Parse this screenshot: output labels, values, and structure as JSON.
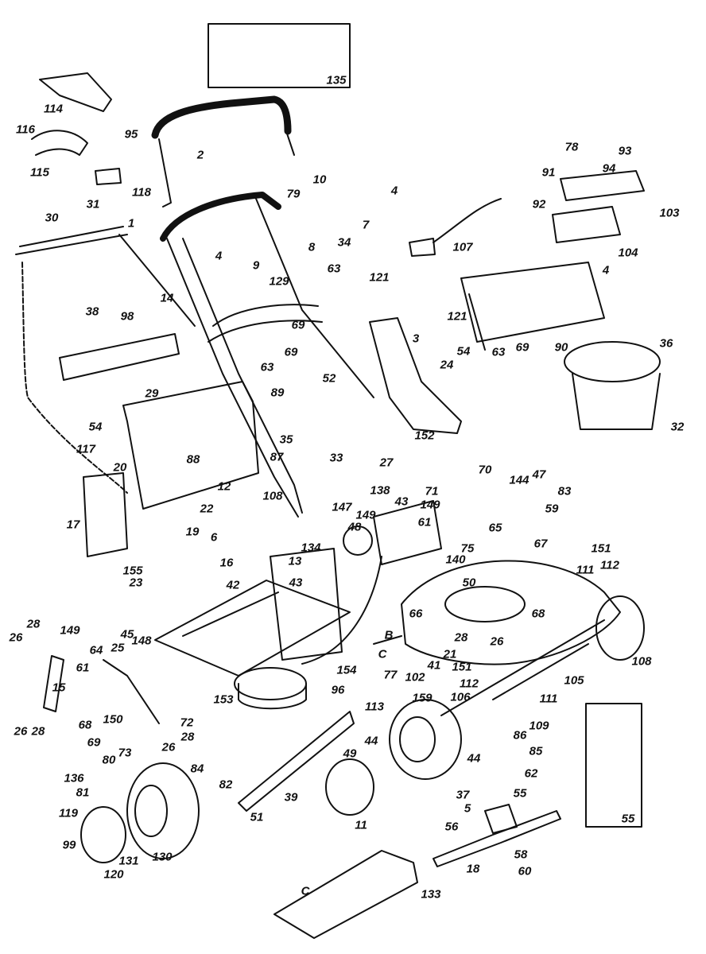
{
  "colors": {
    "ink": "#111111",
    "paper": "#ffffff"
  },
  "labels": [
    "135",
    "2",
    "114",
    "116",
    "95",
    "115",
    "31",
    "118",
    "10",
    "4",
    "79",
    "7",
    "8",
    "34",
    "1",
    "30",
    "4",
    "9",
    "129",
    "63",
    "121",
    "14",
    "69",
    "38",
    "98",
    "63",
    "69",
    "52",
    "3",
    "24",
    "29",
    "89",
    "54",
    "35",
    "117",
    "20",
    "88",
    "22",
    "87",
    "12",
    "6",
    "108",
    "33",
    "27",
    "152",
    "70",
    "17",
    "19",
    "155",
    "23",
    "16",
    "13",
    "134",
    "43",
    "147",
    "48",
    "149",
    "138",
    "61",
    "43",
    "149",
    "71",
    "144",
    "47",
    "83",
    "59",
    "65",
    "75",
    "67",
    "140",
    "50",
    "151",
    "111",
    "112",
    "42",
    "68",
    "28",
    "26",
    "149",
    "45",
    "148",
    "64",
    "25",
    "61",
    "15",
    "68",
    "150",
    "69",
    "73",
    "26",
    "28",
    "72",
    "26",
    "28",
    "153",
    "96",
    "154",
    "B",
    "C",
    "77",
    "66",
    "28",
    "26",
    "41",
    "21",
    "151",
    "102",
    "112",
    "111",
    "105",
    "108",
    "106",
    "159",
    "113",
    "109",
    "86",
    "85",
    "44",
    "44",
    "49",
    "62",
    "39",
    "80",
    "84",
    "136",
    "81",
    "82",
    "119",
    "99",
    "131",
    "130",
    "120",
    "51",
    "11",
    "37",
    "5",
    "55",
    "56",
    "58",
    "18",
    "60",
    "133",
    "C",
    "55",
    "78",
    "93",
    "94",
    "91",
    "92",
    "103",
    "107",
    "104",
    "121",
    "54",
    "4",
    "63",
    "69",
    "90",
    "36",
    "32"
  ]
}
